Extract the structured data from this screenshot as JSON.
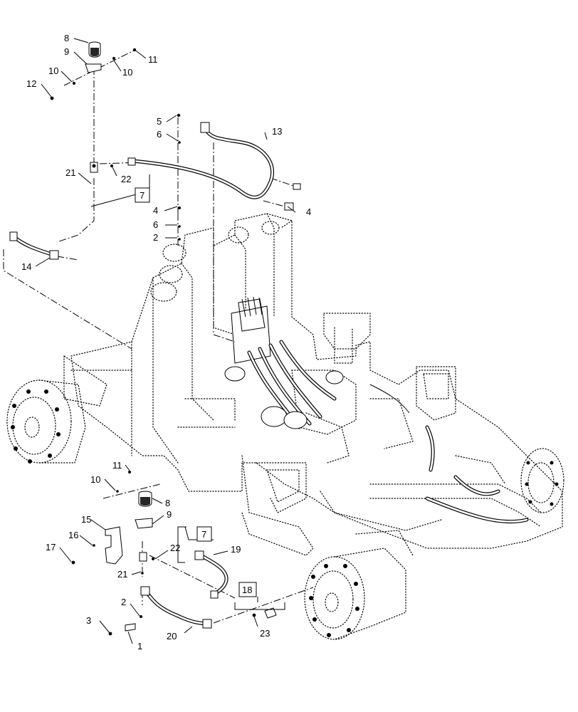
{
  "callouts": [
    {
      "id": "c8a",
      "label": "8"
    },
    {
      "id": "c9a",
      "label": "9"
    },
    {
      "id": "c11a",
      "label": "11"
    },
    {
      "id": "c10a",
      "label": "10"
    },
    {
      "id": "c10b",
      "label": "10"
    },
    {
      "id": "c12",
      "label": "12"
    },
    {
      "id": "c5",
      "label": "5"
    },
    {
      "id": "c6a",
      "label": "6"
    },
    {
      "id": "c13",
      "label": "13"
    },
    {
      "id": "c21a",
      "label": "21"
    },
    {
      "id": "c22a",
      "label": "22"
    },
    {
      "id": "c7a",
      "label": "7"
    },
    {
      "id": "c4a",
      "label": "4"
    },
    {
      "id": "c4b",
      "label": "4"
    },
    {
      "id": "c6b",
      "label": "6"
    },
    {
      "id": "c2a",
      "label": "2"
    },
    {
      "id": "c14",
      "label": "14"
    },
    {
      "id": "c11b",
      "label": "11"
    },
    {
      "id": "c10c",
      "label": "10"
    },
    {
      "id": "c8b",
      "label": "8"
    },
    {
      "id": "c15",
      "label": "15"
    },
    {
      "id": "c9b",
      "label": "9"
    },
    {
      "id": "c7b",
      "label": "7"
    },
    {
      "id": "c16",
      "label": "16"
    },
    {
      "id": "c22b",
      "label": "22"
    },
    {
      "id": "c19",
      "label": "19"
    },
    {
      "id": "c17",
      "label": "17"
    },
    {
      "id": "c21b",
      "label": "21"
    },
    {
      "id": "c18",
      "label": "18"
    },
    {
      "id": "c2b",
      "label": "2"
    },
    {
      "id": "c3",
      "label": "3"
    },
    {
      "id": "c23",
      "label": "23"
    },
    {
      "id": "c20",
      "label": "20"
    },
    {
      "id": "c1",
      "label": "1"
    }
  ]
}
